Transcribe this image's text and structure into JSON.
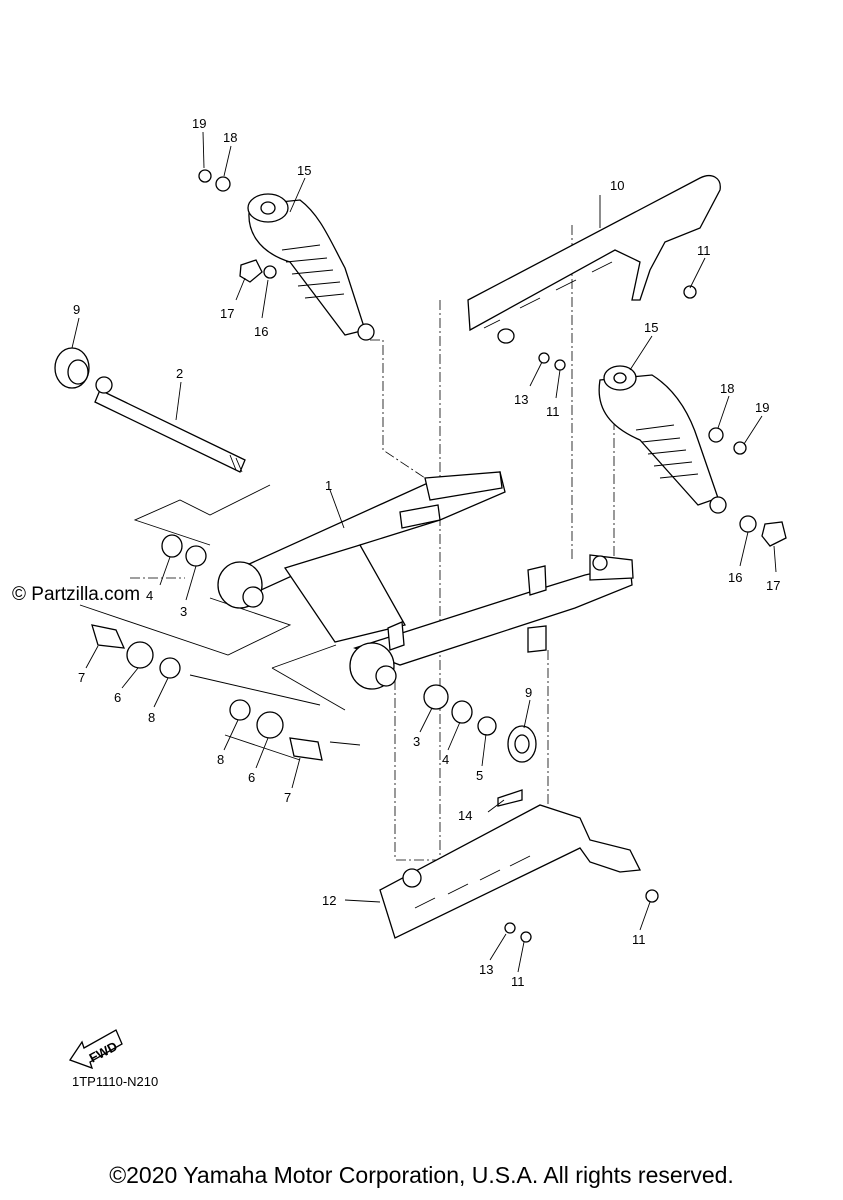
{
  "watermark": "© Partzilla.com",
  "diagram_code": "1TP1110-N210",
  "fwd_label": "FWD",
  "copyright": "©2020 Yamaha Motor Corporation, U.S.A. All rights reserved.",
  "callouts": [
    "19",
    "18",
    "15",
    "17",
    "16",
    "10",
    "11",
    "9",
    "2",
    "13",
    "11",
    "15",
    "18",
    "19",
    "1",
    "16",
    "17",
    "4",
    "3",
    "7",
    "6",
    "8",
    "8",
    "6",
    "7",
    "3",
    "4",
    "5",
    "9",
    "14",
    "12",
    "11",
    "13",
    "11"
  ]
}
